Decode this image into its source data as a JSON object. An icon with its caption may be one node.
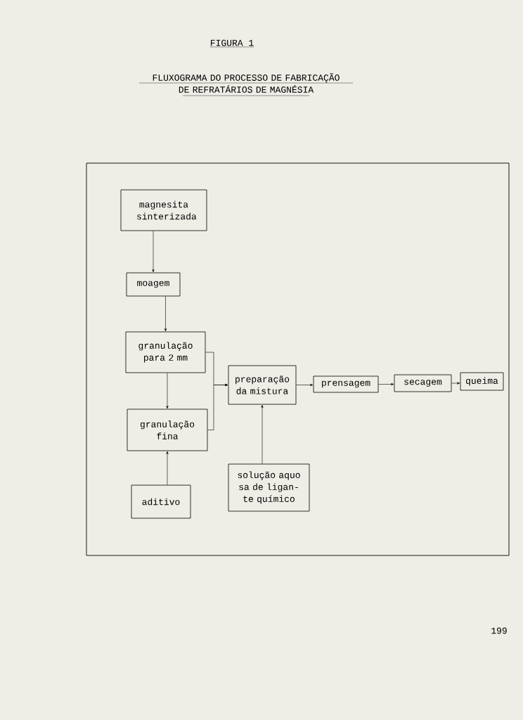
{
  "diagram": {
    "title": "FLUXOGRAMA DO PROCESSO DE FABRICAÇÃO DE REFRATÁRIOS DE MAGNÉSIA",
    "nodes": [
      {
        "text": [
          "magnesita sinterizada"
        ]
      },
      {
        "text": [
          "moagem"
        ]
      },
      {
        "text": [
          "granulação para 2 mm"
        ]
      },
      {
        "text": [
          "preparação da mistura"
        ]
      },
      {
        "text": [
          "prensagem"
        ]
      },
      {
        "text": [
          "secagem"
        ]
      },
      {
        "text": [
          "queima"
        ]
      },
      {
        "text": [
          "granulação fina"
        ]
      },
      {
        "text": [
          "aditivo"
        ]
      },
      {
        "text": [
          "solução aquo sa de ligan- te químico"
        ]
      }
    ],
    "edges": [
      {
        "from": 0,
        "to": 1,
        "arrow": "to"
      },
      {
        "from": 1,
        "to": 2,
        "arrow": "to"
      },
      {
        "from": 2,
        "to": 7,
        "arrow": "to"
      },
      {
        "from": 2,
        "to": 3,
        "arrow": "to"
      },
      {
        "from": 7,
        "to": 3,
        "arrow": "to"
      },
      {
        "from": 8,
        "to": 7,
        "arrow": "to"
      },
      {
        "from": 9,
        "to": 3,
        "arrow": "to"
      },
      {
        "from": 3,
        "to": 4,
        "arrow": "to"
      },
      {
        "from": 4,
        "to": 5,
        "arrow": "to"
      },
      {
        "from": 5,
        "to": 6,
        "arrow": "to"
      }
    ],
    "labels": [
      "FIGURA 1",
      "199"
    ]
  }
}
